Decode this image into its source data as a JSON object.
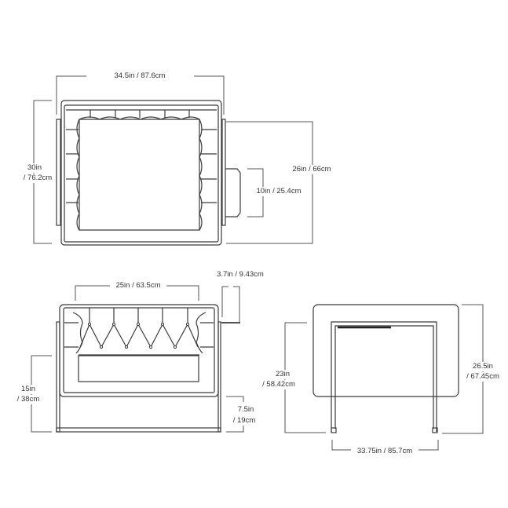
{
  "top_view": {
    "width": "34.5in / 87.6cm",
    "depth_in": "30in",
    "depth_cm": "/ 76.2cm",
    "inner_depth": "26in / 66cm",
    "table_width": "10in / 25.4cm"
  },
  "front_view": {
    "seat_width": "25in / 63.5cm",
    "table_thickness": "3.7in / 9.43cm",
    "seat_height_in": "15in",
    "seat_height_cm": "/ 38cm",
    "base_height_in": "7.5in",
    "base_height_cm": "/ 19cm"
  },
  "side_view": {
    "table_height_in": "23in",
    "table_height_cm": "/ 58.42cm",
    "overall_height_in": "26.5in",
    "overall_height_cm": "/ 67.45cm",
    "leg_span": "33.75in / 85.7cm"
  }
}
